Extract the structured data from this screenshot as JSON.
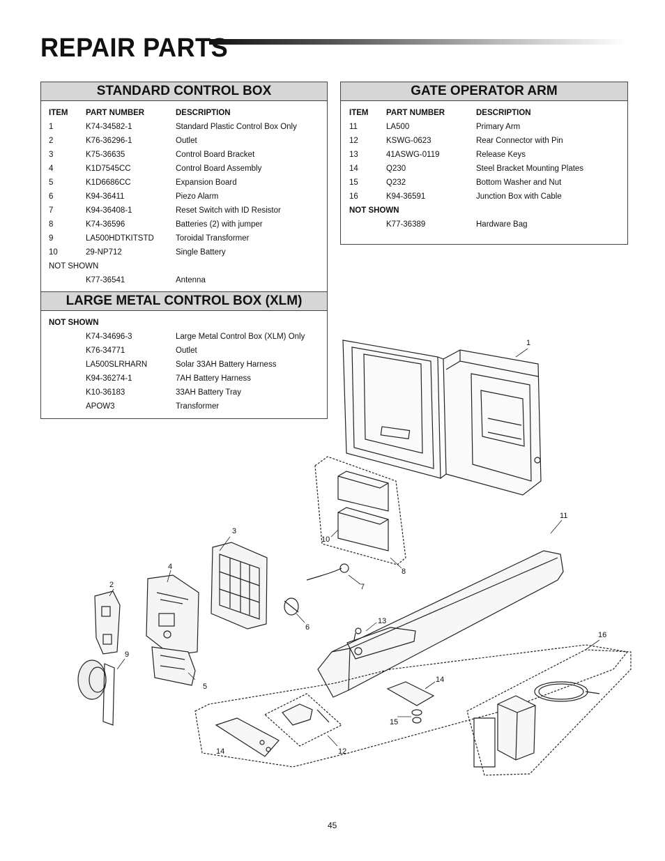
{
  "page": {
    "title": "REPAIR PARTS",
    "page_number": "45"
  },
  "standard_box": {
    "title": "STANDARD CONTROL BOX",
    "headers": [
      "ITEM",
      "PART NUMBER",
      "DESCRIPTION"
    ],
    "rows": [
      [
        "1",
        "K74-34582-1",
        "Standard Plastic Control Box Only"
      ],
      [
        "2",
        "K76-36296-1",
        "Outlet"
      ],
      [
        "3",
        "K75-36635",
        "Control Board Bracket"
      ],
      [
        "4",
        "K1D7545CC",
        "Control Board Assembly"
      ],
      [
        "5",
        "K1D6686CC",
        "Expansion Board"
      ],
      [
        "6",
        "K94-36411",
        "Piezo Alarm"
      ],
      [
        "7",
        "K94-36408-1",
        "Reset Switch with ID Resistor"
      ],
      [
        "8",
        "K74-36596",
        "Batteries (2) with jumper"
      ],
      [
        "9",
        "LA500HDTKITSTD",
        "Toroidal Transformer"
      ],
      [
        "10",
        "29-NP712",
        "Single Battery"
      ]
    ],
    "not_shown_label": "NOT SHOWN",
    "not_shown": [
      [
        "K77-36541",
        "Antenna"
      ]
    ]
  },
  "large_box": {
    "title": "LARGE METAL CONTROL BOX (XLM)",
    "not_shown_label": "NOT SHOWN",
    "not_shown": [
      [
        "K74-34696-3",
        "Large Metal Control Box (XLM) Only"
      ],
      [
        "K76-34771",
        "Outlet"
      ],
      [
        "LA500SLRHARN",
        "Solar 33AH Battery Harness"
      ],
      [
        "K94-36274-1",
        "7AH Battery Harness"
      ],
      [
        "K10-36183",
        "33AH Battery Tray"
      ],
      [
        "APOW3",
        "Transformer"
      ]
    ]
  },
  "gate_arm": {
    "title": "GATE OPERATOR ARM",
    "headers": [
      "ITEM",
      "PART NUMBER",
      "DESCRIPTION"
    ],
    "rows": [
      [
        "11",
        "LA500",
        "Primary Arm"
      ],
      [
        "12",
        "KSWG-0623",
        "Rear Connector with Pin"
      ],
      [
        "13",
        "41ASWG-0119",
        "Release Keys"
      ],
      [
        "14",
        "Q230",
        "Steel Bracket Mounting Plates"
      ],
      [
        "15",
        "Q232",
        "Bottom Washer and Nut"
      ],
      [
        "16",
        "K94-36591",
        "Junction Box with Cable"
      ]
    ],
    "not_shown_label": "NOT SHOWN",
    "not_shown": [
      [
        "K77-36389",
        "Hardware Bag"
      ]
    ]
  },
  "diagram": {
    "callouts": [
      "1",
      "2",
      "3",
      "4",
      "5",
      "6",
      "7",
      "8",
      "9",
      "10",
      "11",
      "12",
      "13",
      "14",
      "14",
      "15",
      "16"
    ]
  }
}
